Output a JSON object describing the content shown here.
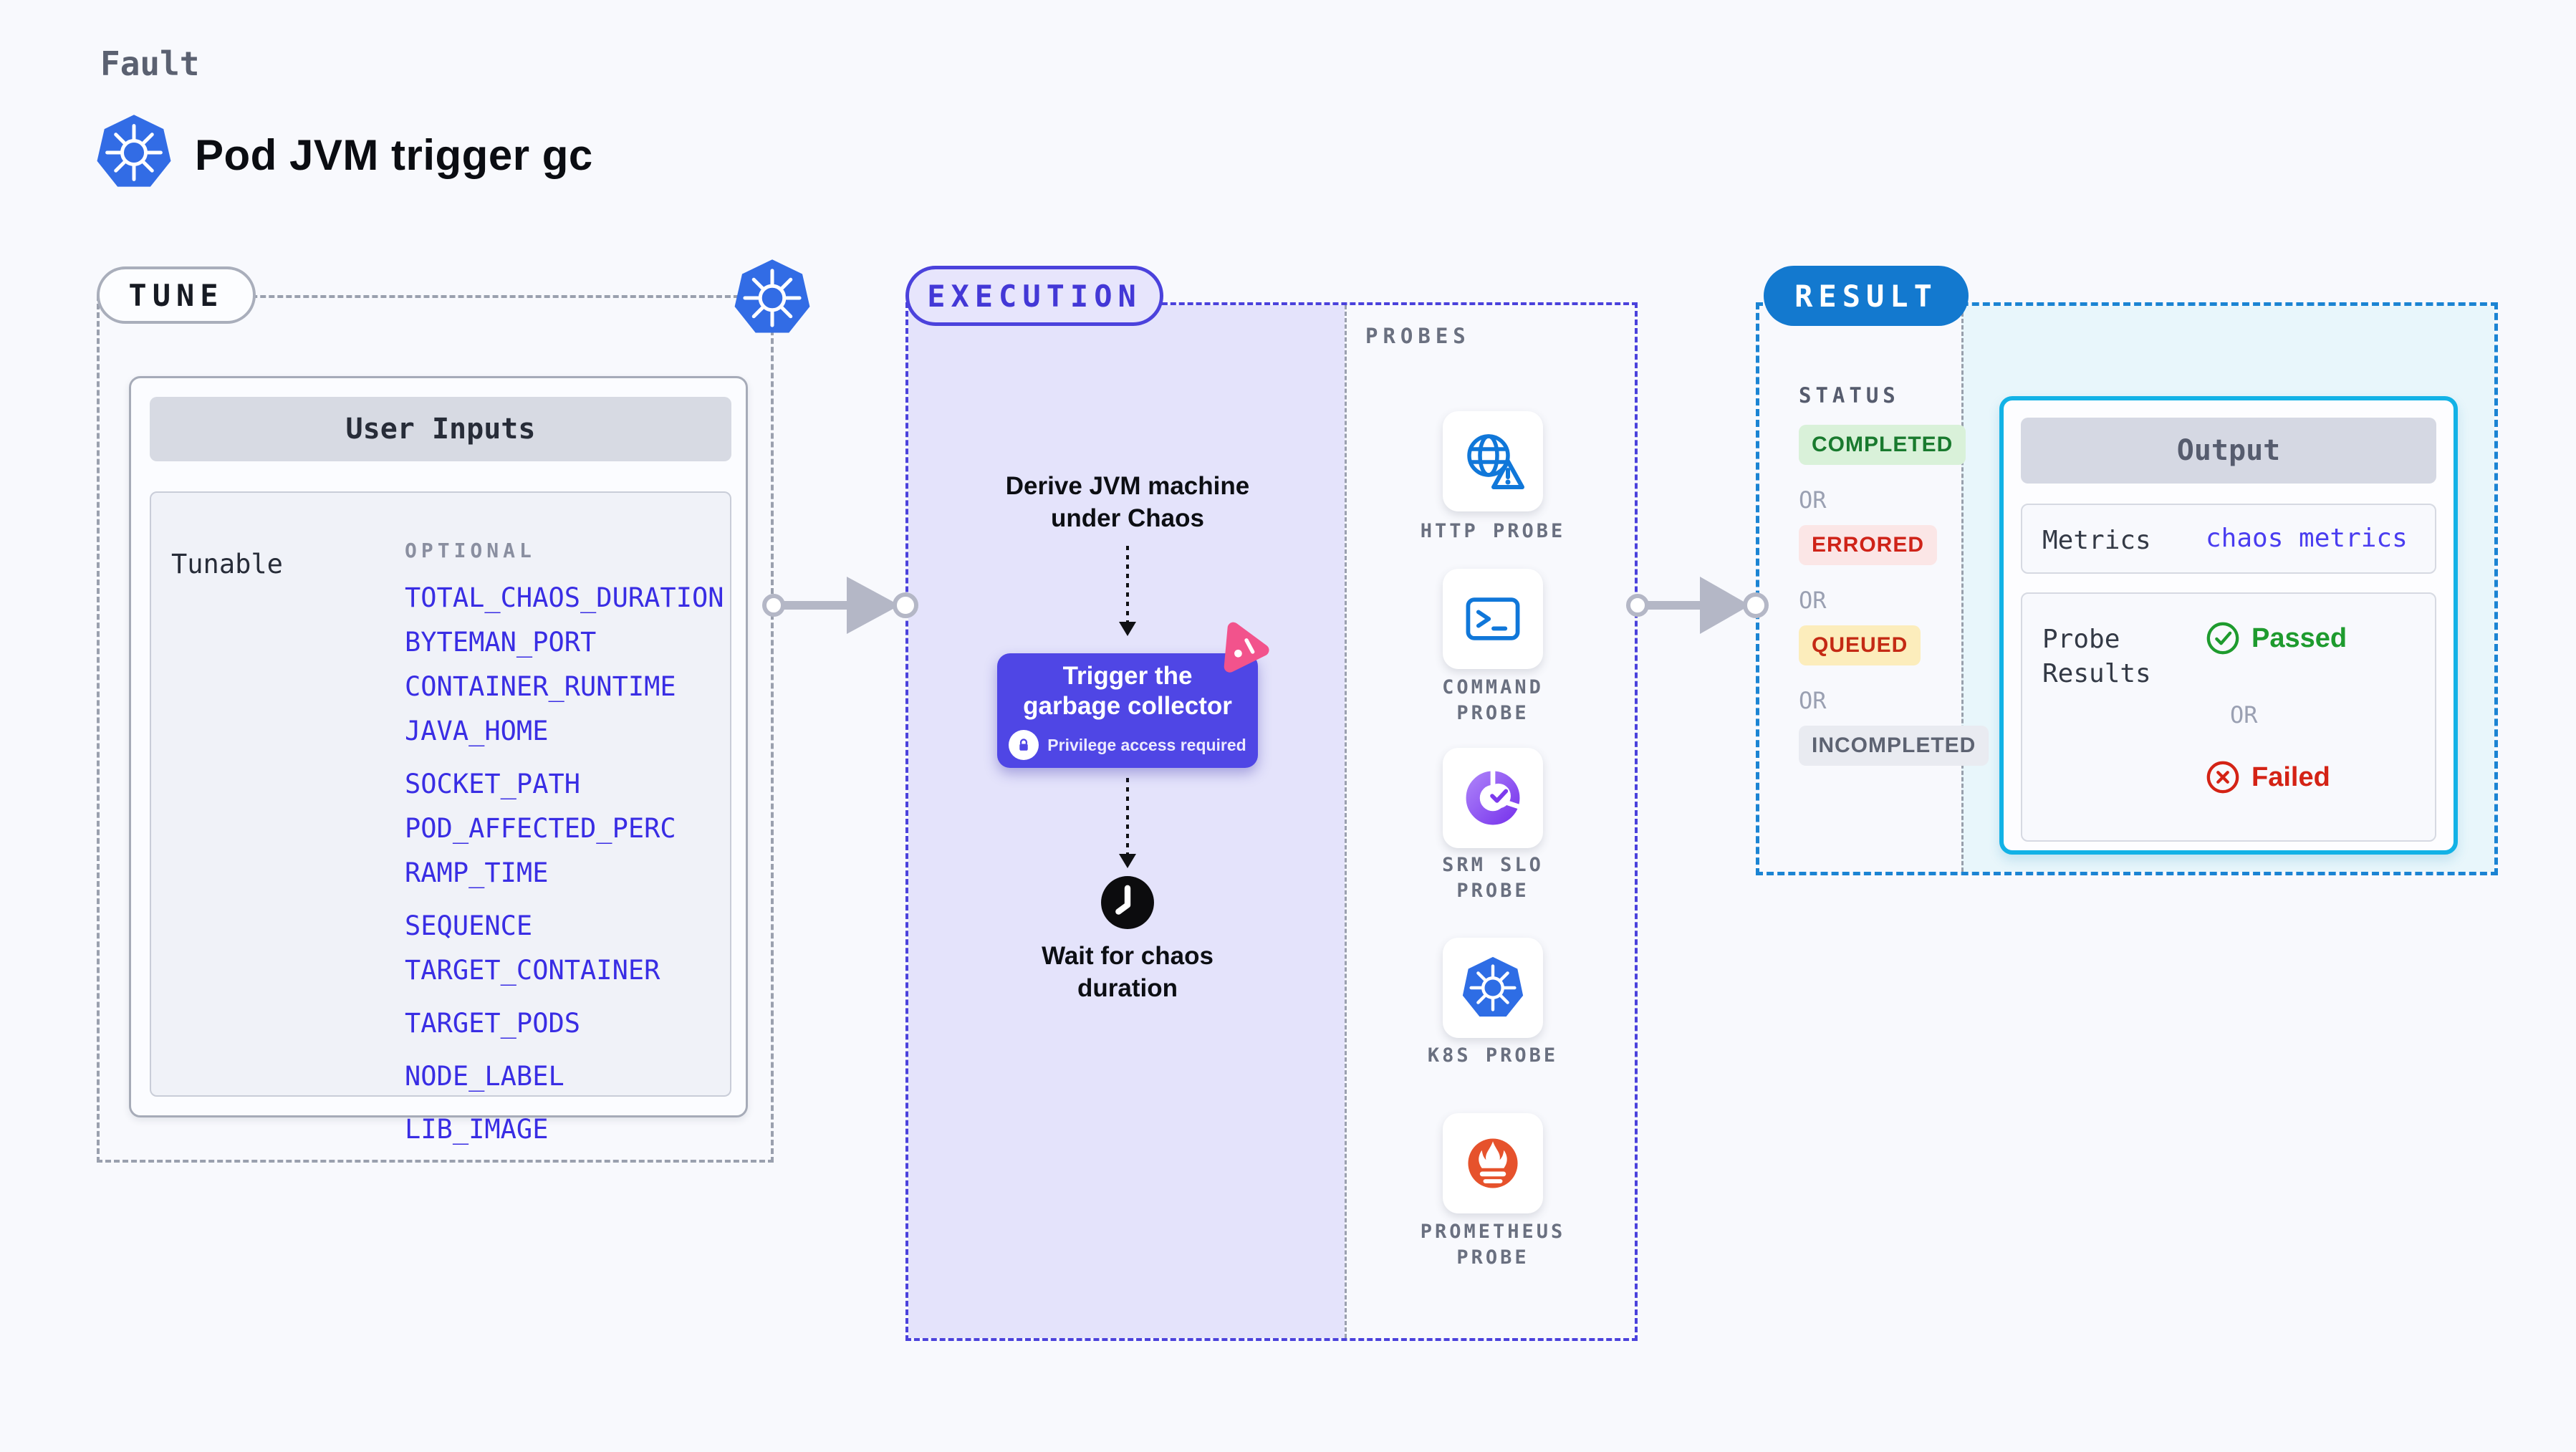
{
  "header": {
    "eyebrow": "Fault",
    "title": "Pod JVM trigger gc"
  },
  "tune": {
    "pill": "TUNE",
    "card_title": "User Inputs",
    "row_label": "Tunable",
    "column_header": "OPTIONAL",
    "env_vars": [
      "TOTAL_CHAOS_DURATION",
      "BYTEMAN_PORT",
      "CONTAINER_RUNTIME",
      "JAVA_HOME",
      "SOCKET_PATH",
      "POD_AFFECTED_PERC",
      "RAMP_TIME",
      "SEQUENCE",
      "TARGET_CONTAINER",
      "TARGET_PODS",
      "NODE_LABEL",
      "LIB_IMAGE"
    ]
  },
  "execution": {
    "pill": "EXECUTION",
    "derive_step": "Derive JVM machine under Chaos",
    "trigger_step": {
      "title": "Trigger the garbage collector",
      "badge": "Privilege access required"
    },
    "wait_step": "Wait for chaos duration"
  },
  "probes": {
    "title": "PROBES",
    "items": [
      {
        "label": "HTTP PROBE",
        "icon": "http-probe-icon"
      },
      {
        "label": "COMMAND PROBE",
        "icon": "command-probe-icon"
      },
      {
        "label": "SRM SLO PROBE",
        "icon": "srm-slo-probe-icon"
      },
      {
        "label": "K8S PROBE",
        "icon": "k8s-probe-icon"
      },
      {
        "label": "PROMETHEUS PROBE",
        "icon": "prometheus-probe-icon"
      }
    ]
  },
  "result": {
    "pill": "RESULT",
    "status_title": "STATUS",
    "or": "OR",
    "statuses": [
      {
        "label": "COMPLETED",
        "type": "completed"
      },
      {
        "label": "ERRORED",
        "type": "errored"
      },
      {
        "label": "QUEUED",
        "type": "queued"
      },
      {
        "label": "INCOMPLETED",
        "type": "incompleted"
      }
    ],
    "output": {
      "title": "Output",
      "metrics_label": "Metrics",
      "metrics_value": "chaos metrics",
      "probe_results_label": "Probe Results",
      "passed": "Passed",
      "or": "OR",
      "failed": "Failed"
    }
  },
  "colors": {
    "accent_indigo": "#4f46e5",
    "result_blue": "#1379cf",
    "output_border_cyan": "#12b2e6",
    "env_link_blue": "#392de4",
    "success_green": "#1e9b2e",
    "error_red": "#d42315",
    "queued_bg_yellow": "#fcedbc",
    "prometheus_orange": "#e6522c",
    "kubernetes_blue": "#326ce5",
    "probe_icon_blue": "#1077d9",
    "srm_purple": "#8b5cf6",
    "chaos_pink": "#f2538c",
    "lavender_bg": "#e4e3fb",
    "cyan_bg": "#e8f6fb"
  }
}
